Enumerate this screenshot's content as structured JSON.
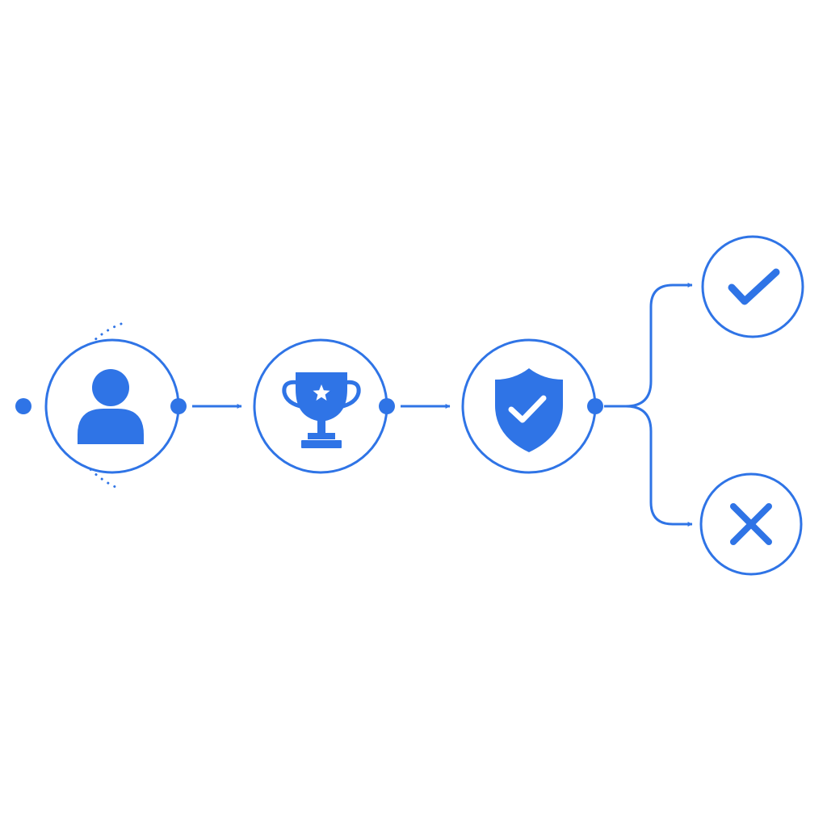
{
  "colors": {
    "accent": "#2f74e6",
    "background": "#ffffff"
  },
  "flow": {
    "nodes": [
      {
        "id": "user",
        "icon": "user-icon"
      },
      {
        "id": "trophy",
        "icon": "trophy-icon"
      },
      {
        "id": "shield",
        "icon": "shield-check-icon"
      },
      {
        "id": "approved",
        "icon": "checkmark-icon"
      },
      {
        "id": "rejected",
        "icon": "x-icon"
      }
    ],
    "edges": [
      {
        "from": "user",
        "to": "trophy"
      },
      {
        "from": "trophy",
        "to": "shield"
      },
      {
        "from": "shield",
        "to": "approved"
      },
      {
        "from": "shield",
        "to": "rejected"
      }
    ]
  }
}
